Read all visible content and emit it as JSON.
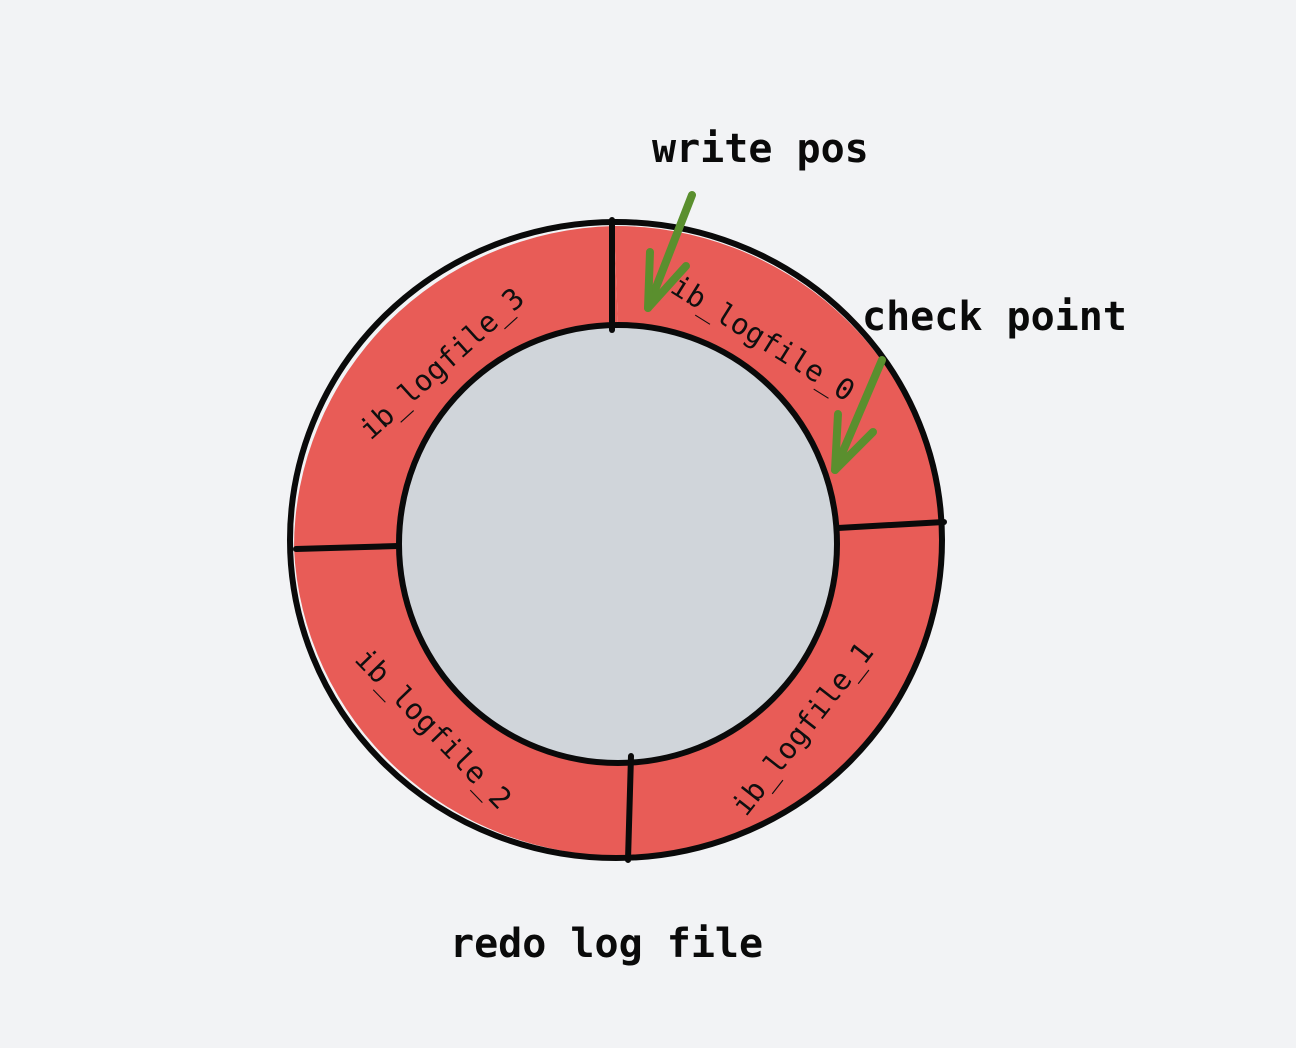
{
  "diagram": {
    "caption": "redo log file",
    "segments": [
      {
        "label": "ib_logfile_0"
      },
      {
        "label": "ib_logfile_1"
      },
      {
        "label": "ib_logfile_2"
      },
      {
        "label": "ib_logfile_3"
      }
    ],
    "annotations": {
      "write_pos": "write pos",
      "check_point": "check point"
    },
    "colors": {
      "ring_fill": "#e85c57",
      "inner_fill": "#d0d5da",
      "outline": "#0a0a0a",
      "arrow": "#5a8f2e",
      "background": "#f2f3f5"
    }
  }
}
